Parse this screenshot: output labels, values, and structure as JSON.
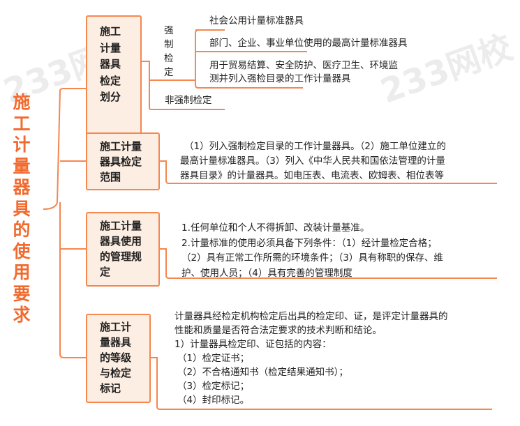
{
  "title": "施工计量器具的使用要求",
  "title_chars": [
    "施",
    "工",
    "计",
    "量",
    "器",
    "具",
    "的",
    "使",
    "用",
    "要",
    "求"
  ],
  "watermark": "233网校",
  "nodes": [
    {
      "lines": [
        "施工",
        "计量",
        "器具",
        "检定",
        "划分"
      ],
      "mandatory_label": [
        "强",
        "制",
        "检",
        "定"
      ],
      "mandatory_items": [
        "社会公用计量标准器具",
        "部门、企业、事业单位使用的最高计量标准器具",
        "用于贸易结算、安全防护、医疗卫生、环境监",
        "测并列入强检目录的工作计量器具"
      ],
      "non_mandatory": "非强制检定"
    },
    {
      "lines": [
        "施工计量",
        "器具检定",
        "范围"
      ],
      "desc": [
        "（1）列入强制检定目录的工作计量器具。（2）施工单位建立的",
        "最高计量标准器具。（3）列入《中华人民共和国依法管理的计量",
        "器具目录》的计量器具。如电压表、电流表、欧姆表、相位表等"
      ]
    },
    {
      "lines": [
        "施工计量",
        "器具使用",
        "的管理规",
        "定"
      ],
      "desc": [
        "1.任何单位和个人不得拆卸、改装计量基准。",
        "2.计量标准的使用必须具备下列条件：（1）经计量检定合格；",
        "（2）具有正常工作所需的环境条件；（3）具有称职的保存、维",
        "护、使用人员；（4）具有完善的管理制度"
      ]
    },
    {
      "lines": [
        "施工计",
        "量器具",
        "的等级",
        "与检定",
        "标记"
      ],
      "desc": [
        "计量器具经检定机构检定后出具的检定印、证，是评定计量器具的",
        "性能和质量是否符合法定要求的技术判断和结论。",
        "1）计量器具检定印、证包括的内容：",
        "（1）检定证书；",
        "（2）不合格通知书（检定结果通知书）；",
        "（3）检定标记；",
        "（4）封印标记。"
      ]
    }
  ],
  "colors": {
    "accent": "#f26a2e",
    "line": "#f5874f",
    "box_fill": "#fdeee3"
  }
}
